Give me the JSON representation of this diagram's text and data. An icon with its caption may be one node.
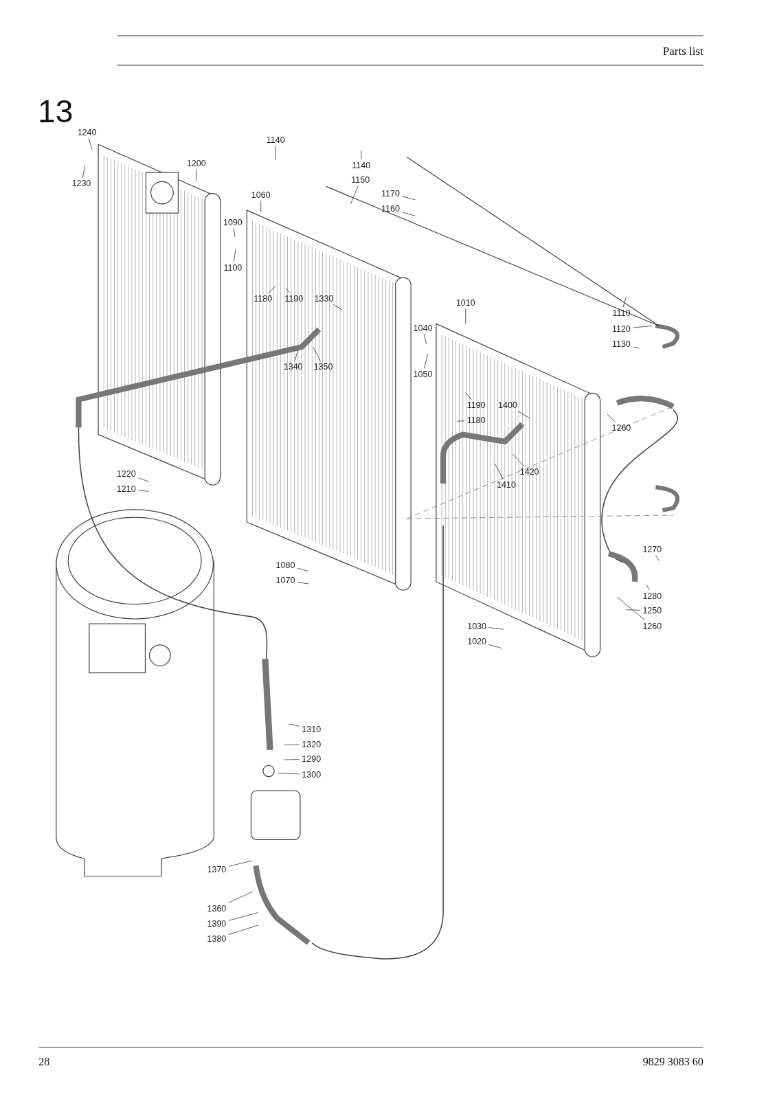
{
  "diagram": {
    "title": "Parts list",
    "nodes": [
      {
        "text": [
          "1240"
        ]
      },
      {
        "text": [
          "1230"
        ]
      },
      {
        "text": [
          "1200"
        ]
      },
      {
        "text": [
          "1140"
        ]
      },
      {
        "text": [
          "1140"
        ]
      },
      {
        "text": [
          "1150"
        ]
      },
      {
        "text": [
          "1170"
        ]
      },
      {
        "text": [
          "1160"
        ]
      },
      {
        "text": [
          "1060"
        ]
      },
      {
        "text": [
          "1090"
        ]
      },
      {
        "text": [
          "1100"
        ]
      },
      {
        "text": [
          "1180"
        ]
      },
      {
        "text": [
          "1190"
        ]
      },
      {
        "text": [
          "1330"
        ]
      },
      {
        "text": [
          "1010"
        ]
      },
      {
        "text": [
          "1040"
        ]
      },
      {
        "text": [
          "1050"
        ]
      },
      {
        "text": [
          "1110"
        ]
      },
      {
        "text": [
          "1120"
        ]
      },
      {
        "text": [
          "1130"
        ]
      },
      {
        "text": [
          "1340"
        ]
      },
      {
        "text": [
          "1350"
        ]
      },
      {
        "text": [
          "1190"
        ]
      },
      {
        "text": [
          "1180"
        ]
      },
      {
        "text": [
          "1400"
        ]
      },
      {
        "text": [
          "1260"
        ]
      },
      {
        "text": [
          "1420"
        ]
      },
      {
        "text": [
          "1410"
        ]
      },
      {
        "text": [
          "1220"
        ]
      },
      {
        "text": [
          "1210"
        ]
      },
      {
        "text": [
          "1270"
        ]
      },
      {
        "text": [
          "1080"
        ]
      },
      {
        "text": [
          "1070"
        ]
      },
      {
        "text": [
          "1280"
        ]
      },
      {
        "text": [
          "1250"
        ]
      },
      {
        "text": [
          "1260"
        ]
      },
      {
        "text": [
          "1030"
        ]
      },
      {
        "text": [
          "1020"
        ]
      },
      {
        "text": [
          "1310"
        ]
      },
      {
        "text": [
          "1320"
        ]
      },
      {
        "text": [
          "1290"
        ]
      },
      {
        "text": [
          "1300"
        ]
      },
      {
        "text": [
          "1370"
        ]
      },
      {
        "text": [
          "1360"
        ]
      },
      {
        "text": [
          "1390"
        ]
      },
      {
        "text": [
          "1380"
        ]
      }
    ],
    "edges": [
      {
        "from": 0,
        "to": null,
        "arrow": "none"
      },
      {
        "from": 1,
        "to": null,
        "arrow": "none"
      },
      {
        "from": 2,
        "to": null,
        "arrow": "none"
      },
      {
        "from": 3,
        "to": null,
        "arrow": "none"
      },
      {
        "from": 4,
        "to": null,
        "arrow": "none"
      },
      {
        "from": 5,
        "to": null,
        "arrow": "none"
      },
      {
        "from": 6,
        "to": null,
        "arrow": "none"
      },
      {
        "from": 7,
        "to": null,
        "arrow": "none"
      },
      {
        "from": 8,
        "to": null,
        "arrow": "none"
      },
      {
        "from": 9,
        "to": null,
        "arrow": "none"
      },
      {
        "from": 10,
        "to": null,
        "arrow": "none"
      },
      {
        "from": 11,
        "to": null,
        "arrow": "none"
      },
      {
        "from": 12,
        "to": null,
        "arrow": "none"
      },
      {
        "from": 13,
        "to": null,
        "arrow": "none"
      },
      {
        "from": 14,
        "to": null,
        "arrow": "none"
      },
      {
        "from": 15,
        "to": null,
        "arrow": "none"
      },
      {
        "from": 16,
        "to": null,
        "arrow": "none"
      },
      {
        "from": 17,
        "to": null,
        "arrow": "none"
      },
      {
        "from": 18,
        "to": null,
        "arrow": "none"
      },
      {
        "from": 19,
        "to": null,
        "arrow": "none"
      },
      {
        "from": 20,
        "to": null,
        "arrow": "none"
      },
      {
        "from": 21,
        "to": null,
        "arrow": "none"
      },
      {
        "from": 22,
        "to": null,
        "arrow": "none"
      },
      {
        "from": 23,
        "to": null,
        "arrow": "none"
      },
      {
        "from": 24,
        "to": null,
        "arrow": "none"
      },
      {
        "from": 25,
        "to": null,
        "arrow": "none"
      },
      {
        "from": 26,
        "to": null,
        "arrow": "none"
      },
      {
        "from": 27,
        "to": null,
        "arrow": "none"
      },
      {
        "from": 28,
        "to": null,
        "arrow": "none"
      },
      {
        "from": 29,
        "to": null,
        "arrow": "none"
      },
      {
        "from": 30,
        "to": null,
        "arrow": "none"
      },
      {
        "from": 31,
        "to": null,
        "arrow": "none"
      },
      {
        "from": 32,
        "to": null,
        "arrow": "none"
      },
      {
        "from": 33,
        "to": null,
        "arrow": "none"
      },
      {
        "from": 34,
        "to": null,
        "arrow": "none"
      },
      {
        "from": 35,
        "to": null,
        "arrow": "none"
      },
      {
        "from": 36,
        "to": null,
        "arrow": "none"
      },
      {
        "from": 37,
        "to": null,
        "arrow": "none"
      },
      {
        "from": 38,
        "to": null,
        "arrow": "none"
      },
      {
        "from": 39,
        "to": null,
        "arrow": "none"
      },
      {
        "from": 40,
        "to": null,
        "arrow": "none"
      },
      {
        "from": 41,
        "to": null,
        "arrow": "none"
      },
      {
        "from": 42,
        "to": null,
        "arrow": "none"
      },
      {
        "from": 43,
        "to": null,
        "arrow": "none"
      },
      {
        "from": 44,
        "to": null,
        "arrow": "none"
      },
      {
        "from": 45,
        "to": null,
        "arrow": "none"
      }
    ],
    "labels": [
      "13",
      "28",
      "9829 3083 60"
    ]
  }
}
